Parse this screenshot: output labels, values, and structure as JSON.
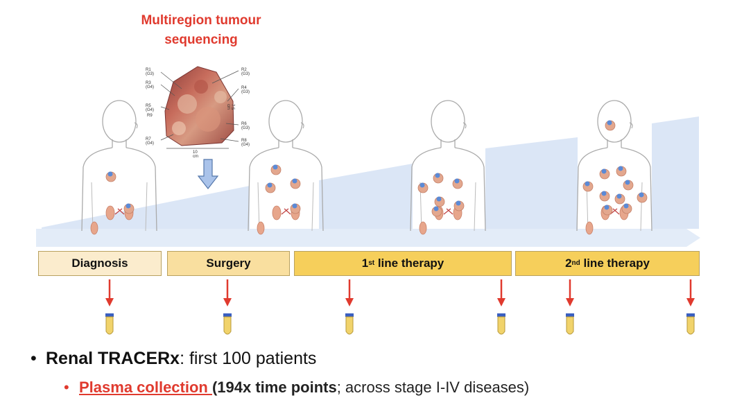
{
  "header": {
    "line1": "Multiregion tumour",
    "line2": "sequencing"
  },
  "tumour_image": {
    "left_labels": [
      "R1 (G3)",
      "R3 (G4)",
      "R5 (G4)",
      "R9",
      "R7 (G4)"
    ],
    "right_labels": [
      "R2 (G3)",
      "R4 (G3)",
      "R6 (G3)",
      "R8 (G4)"
    ],
    "scale_bottom": "10 cm",
    "scale_side": "7.5 cm"
  },
  "phases": [
    {
      "name": "diagnosis",
      "label": "Diagnosis",
      "color": "#fbeccd"
    },
    {
      "name": "surgery",
      "label": "Surgery",
      "color": "#f9df9f"
    },
    {
      "name": "first-line",
      "ordinal": "1",
      "suffix": "st",
      "rest": " line therapy",
      "color": "#f6cf5b"
    },
    {
      "name": "second-line",
      "ordinal": "2",
      "suffix": "nd",
      "rest": " line therapy",
      "color": "#f6cf5b"
    }
  ],
  "bullets": {
    "main_bold": "Renal TRACERx",
    "main_rest": ": first 100 patients",
    "sub_highlight": "Plasma collection ",
    "sub_open": "(",
    "sub_bold": "194x time points",
    "sub_rest": "; across stage I-IV diseases)"
  },
  "colors": {
    "accent_red": "#e03a2e",
    "timeline_blue": "#dbe6f6",
    "tube_cap": "#3a5fc0",
    "tube_liquid": "#f1d36b"
  }
}
